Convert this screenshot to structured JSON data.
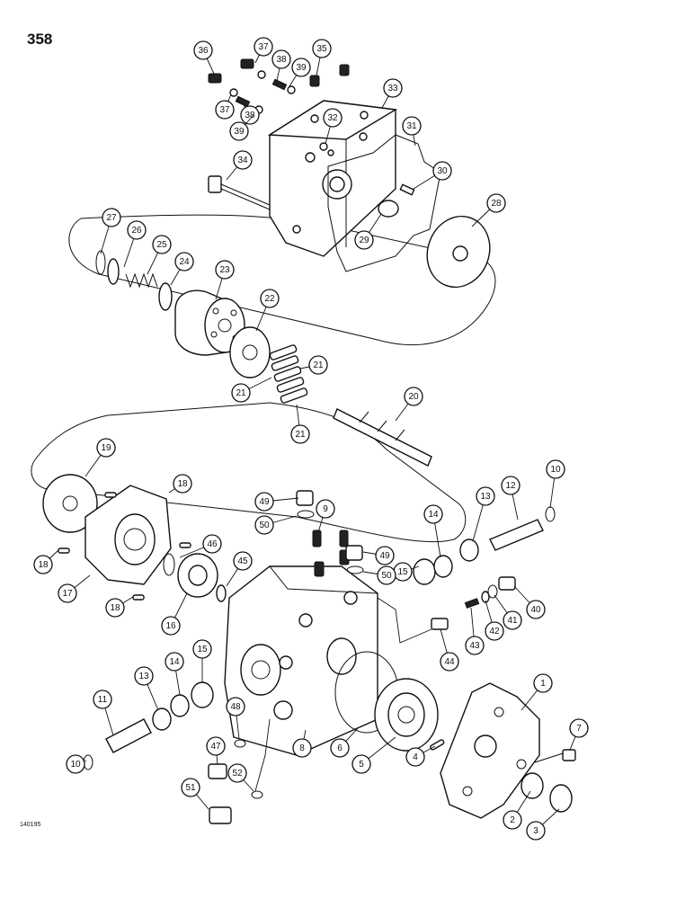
{
  "page": {
    "number": "358",
    "figure_id": "140195"
  },
  "callouts": [
    {
      "label": "1"
    },
    {
      "label": "2"
    },
    {
      "label": "3"
    },
    {
      "label": "4"
    },
    {
      "label": "5"
    },
    {
      "label": "6"
    },
    {
      "label": "7"
    },
    {
      "label": "8"
    },
    {
      "label": "9"
    },
    {
      "label": "10"
    },
    {
      "label": "10"
    },
    {
      "label": "11"
    },
    {
      "label": "12"
    },
    {
      "label": "13"
    },
    {
      "label": "13"
    },
    {
      "label": "14"
    },
    {
      "label": "14"
    },
    {
      "label": "15"
    },
    {
      "label": "15"
    },
    {
      "label": "16"
    },
    {
      "label": "17"
    },
    {
      "label": "18"
    },
    {
      "label": "18"
    },
    {
      "label": "18"
    },
    {
      "label": "19"
    },
    {
      "label": "20"
    },
    {
      "label": "21"
    },
    {
      "label": "21"
    },
    {
      "label": "21"
    },
    {
      "label": "22"
    },
    {
      "label": "23"
    },
    {
      "label": "24"
    },
    {
      "label": "25"
    },
    {
      "label": "26"
    },
    {
      "label": "27"
    },
    {
      "label": "28"
    },
    {
      "label": "29"
    },
    {
      "label": "30"
    },
    {
      "label": "31"
    },
    {
      "label": "32"
    },
    {
      "label": "33"
    },
    {
      "label": "34"
    },
    {
      "label": "35"
    },
    {
      "label": "36"
    },
    {
      "label": "37"
    },
    {
      "label": "37"
    },
    {
      "label": "38"
    },
    {
      "label": "38"
    },
    {
      "label": "39"
    },
    {
      "label": "39"
    },
    {
      "label": "40"
    },
    {
      "label": "41"
    },
    {
      "label": "42"
    },
    {
      "label": "43"
    },
    {
      "label": "44"
    },
    {
      "label": "45"
    },
    {
      "label": "46"
    },
    {
      "label": "47"
    },
    {
      "label": "48"
    },
    {
      "label": "49"
    },
    {
      "label": "49"
    },
    {
      "label": "50"
    },
    {
      "label": "50"
    },
    {
      "label": "51"
    },
    {
      "label": "52"
    }
  ]
}
